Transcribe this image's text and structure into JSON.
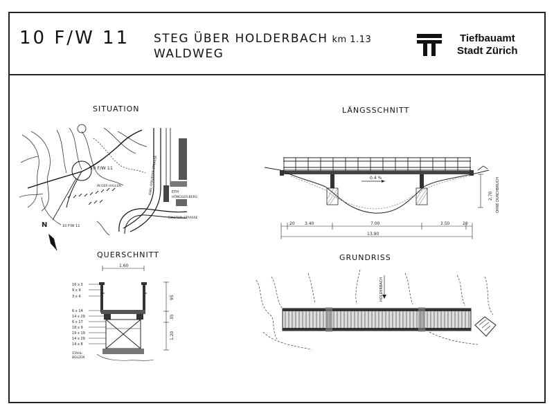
{
  "header": {
    "code": "10 F/W 11",
    "title_line1": "STEG ÜBER HOLDERBACH",
    "km": "km 1.13",
    "title_line2": "WALDWEG",
    "org_line1": "Tiefbauamt",
    "org_line2": "Stadt Zürich"
  },
  "sections": {
    "situation": "SITUATION",
    "laengsschnitt": "LÄNGSSCHNITT",
    "querschnitt": "QUERSCHNITT",
    "grundriss": "GRUNDRISS"
  },
  "situation_labels": {
    "map_code": "10 F/W 11",
    "map_code_lower": "10 F/W 11",
    "in_der_hallen": "IN DER HALLEN",
    "strasse": "KARL-STAUFFER-STRASSE",
    "eth": "ETH",
    "hoenggerberg": "HÖNGGER-BERG",
    "einstein": "EINSTEIN-STRASSE",
    "north": "N"
  },
  "laengsschnitt": {
    "slope": "0.4 %",
    "height": "2.70",
    "height_note": "OHNE DURCHBRUCH",
    "dims": [
      "20",
      "3.40",
      "7.00",
      "3.50",
      "20"
    ],
    "total": "13.90"
  },
  "querschnitt": {
    "width": "1.60",
    "left_labels": [
      "16 x 3",
      "9 x 9",
      "3 x 4",
      "6 x 14",
      "14 x 29",
      "6 x 17",
      "18 x 9",
      "19 x 19",
      "14 x 29",
      "14 x 8",
      "STAHL-",
      "BOLZEN"
    ],
    "right_dims": [
      "95",
      "35",
      "1.20"
    ]
  },
  "grundriss": {
    "stream": "HOLDERBACH"
  }
}
